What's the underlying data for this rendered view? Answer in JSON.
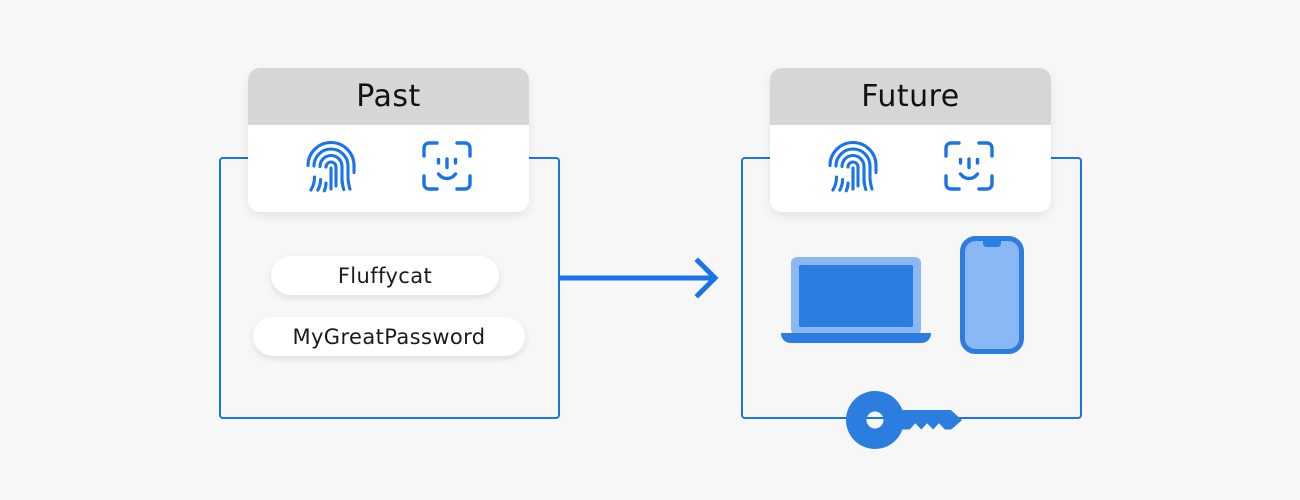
{
  "page": {
    "background_color": "#f7f7f7",
    "accent_color": "#1a73e8",
    "accent_light_color": "#8ab8f5",
    "header_color": "#d6d6d6",
    "card_color": "#ffffff",
    "text_color": "#111111"
  },
  "panels": [
    {
      "id": "past",
      "title": "Past",
      "biometrics": [
        {
          "icon": "fingerprint-icon",
          "label": "Fingerprint"
        },
        {
          "icon": "face-id-icon",
          "label": "Face ID"
        }
      ],
      "passwords": [
        {
          "value": "Fluffycat"
        },
        {
          "value": "MyGreatPassword"
        }
      ]
    },
    {
      "id": "future",
      "title": "Future",
      "biometrics": [
        {
          "icon": "fingerprint-icon",
          "label": "Fingerprint"
        },
        {
          "icon": "face-id-icon",
          "label": "Face ID"
        }
      ],
      "devices": [
        {
          "icon": "laptop-icon",
          "label": "Laptop"
        },
        {
          "icon": "smartphone-icon",
          "label": "Smartphone"
        },
        {
          "icon": "key-icon",
          "label": "Passkey"
        }
      ]
    }
  ],
  "transition": {
    "icon": "arrow-right-icon",
    "direction": "past-to-future"
  }
}
